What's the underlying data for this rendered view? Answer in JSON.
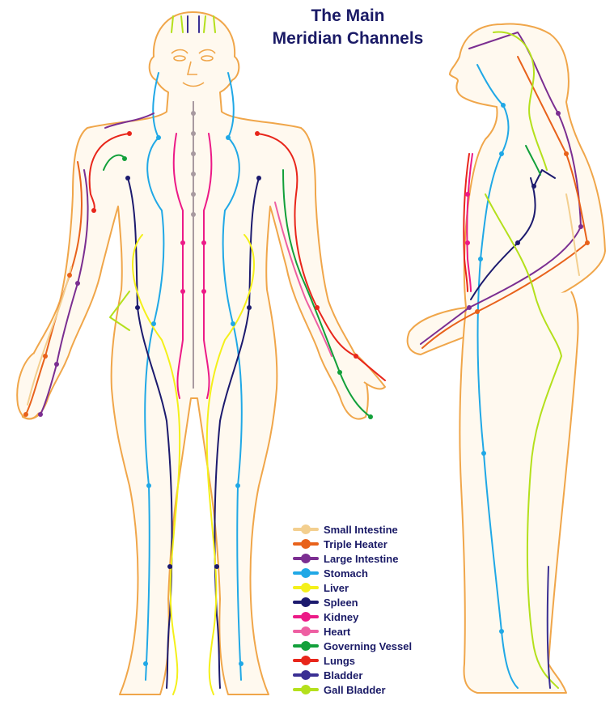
{
  "title": {
    "line1": "The Main",
    "line2": "Meridian Channels"
  },
  "legend": [
    {
      "label": "Small Intestine",
      "color": "#f3cf8f"
    },
    {
      "label": "Triple Heater",
      "color": "#e8621b"
    },
    {
      "label": "Large Intestine",
      "color": "#7b2e91"
    },
    {
      "label": "Stomach",
      "color": "#20a8e6"
    },
    {
      "label": "Liver",
      "color": "#f4f01a"
    },
    {
      "label": "Spleen",
      "color": "#1c1a6e"
    },
    {
      "label": "Kidney",
      "color": "#ec1a87"
    },
    {
      "label": "Heart",
      "color": "#ee5fa2"
    },
    {
      "label": "Governing Vessel",
      "color": "#12a03a"
    },
    {
      "label": "Lungs",
      "color": "#e8261b"
    },
    {
      "label": "Bladder",
      "color": "#3a2f93"
    },
    {
      "label": "Gall Bladder",
      "color": "#b4e01c"
    }
  ],
  "colors": {
    "body_outline": "#f0a64a",
    "centerline": "#a89aa0",
    "title_text": "#1a1a66"
  }
}
